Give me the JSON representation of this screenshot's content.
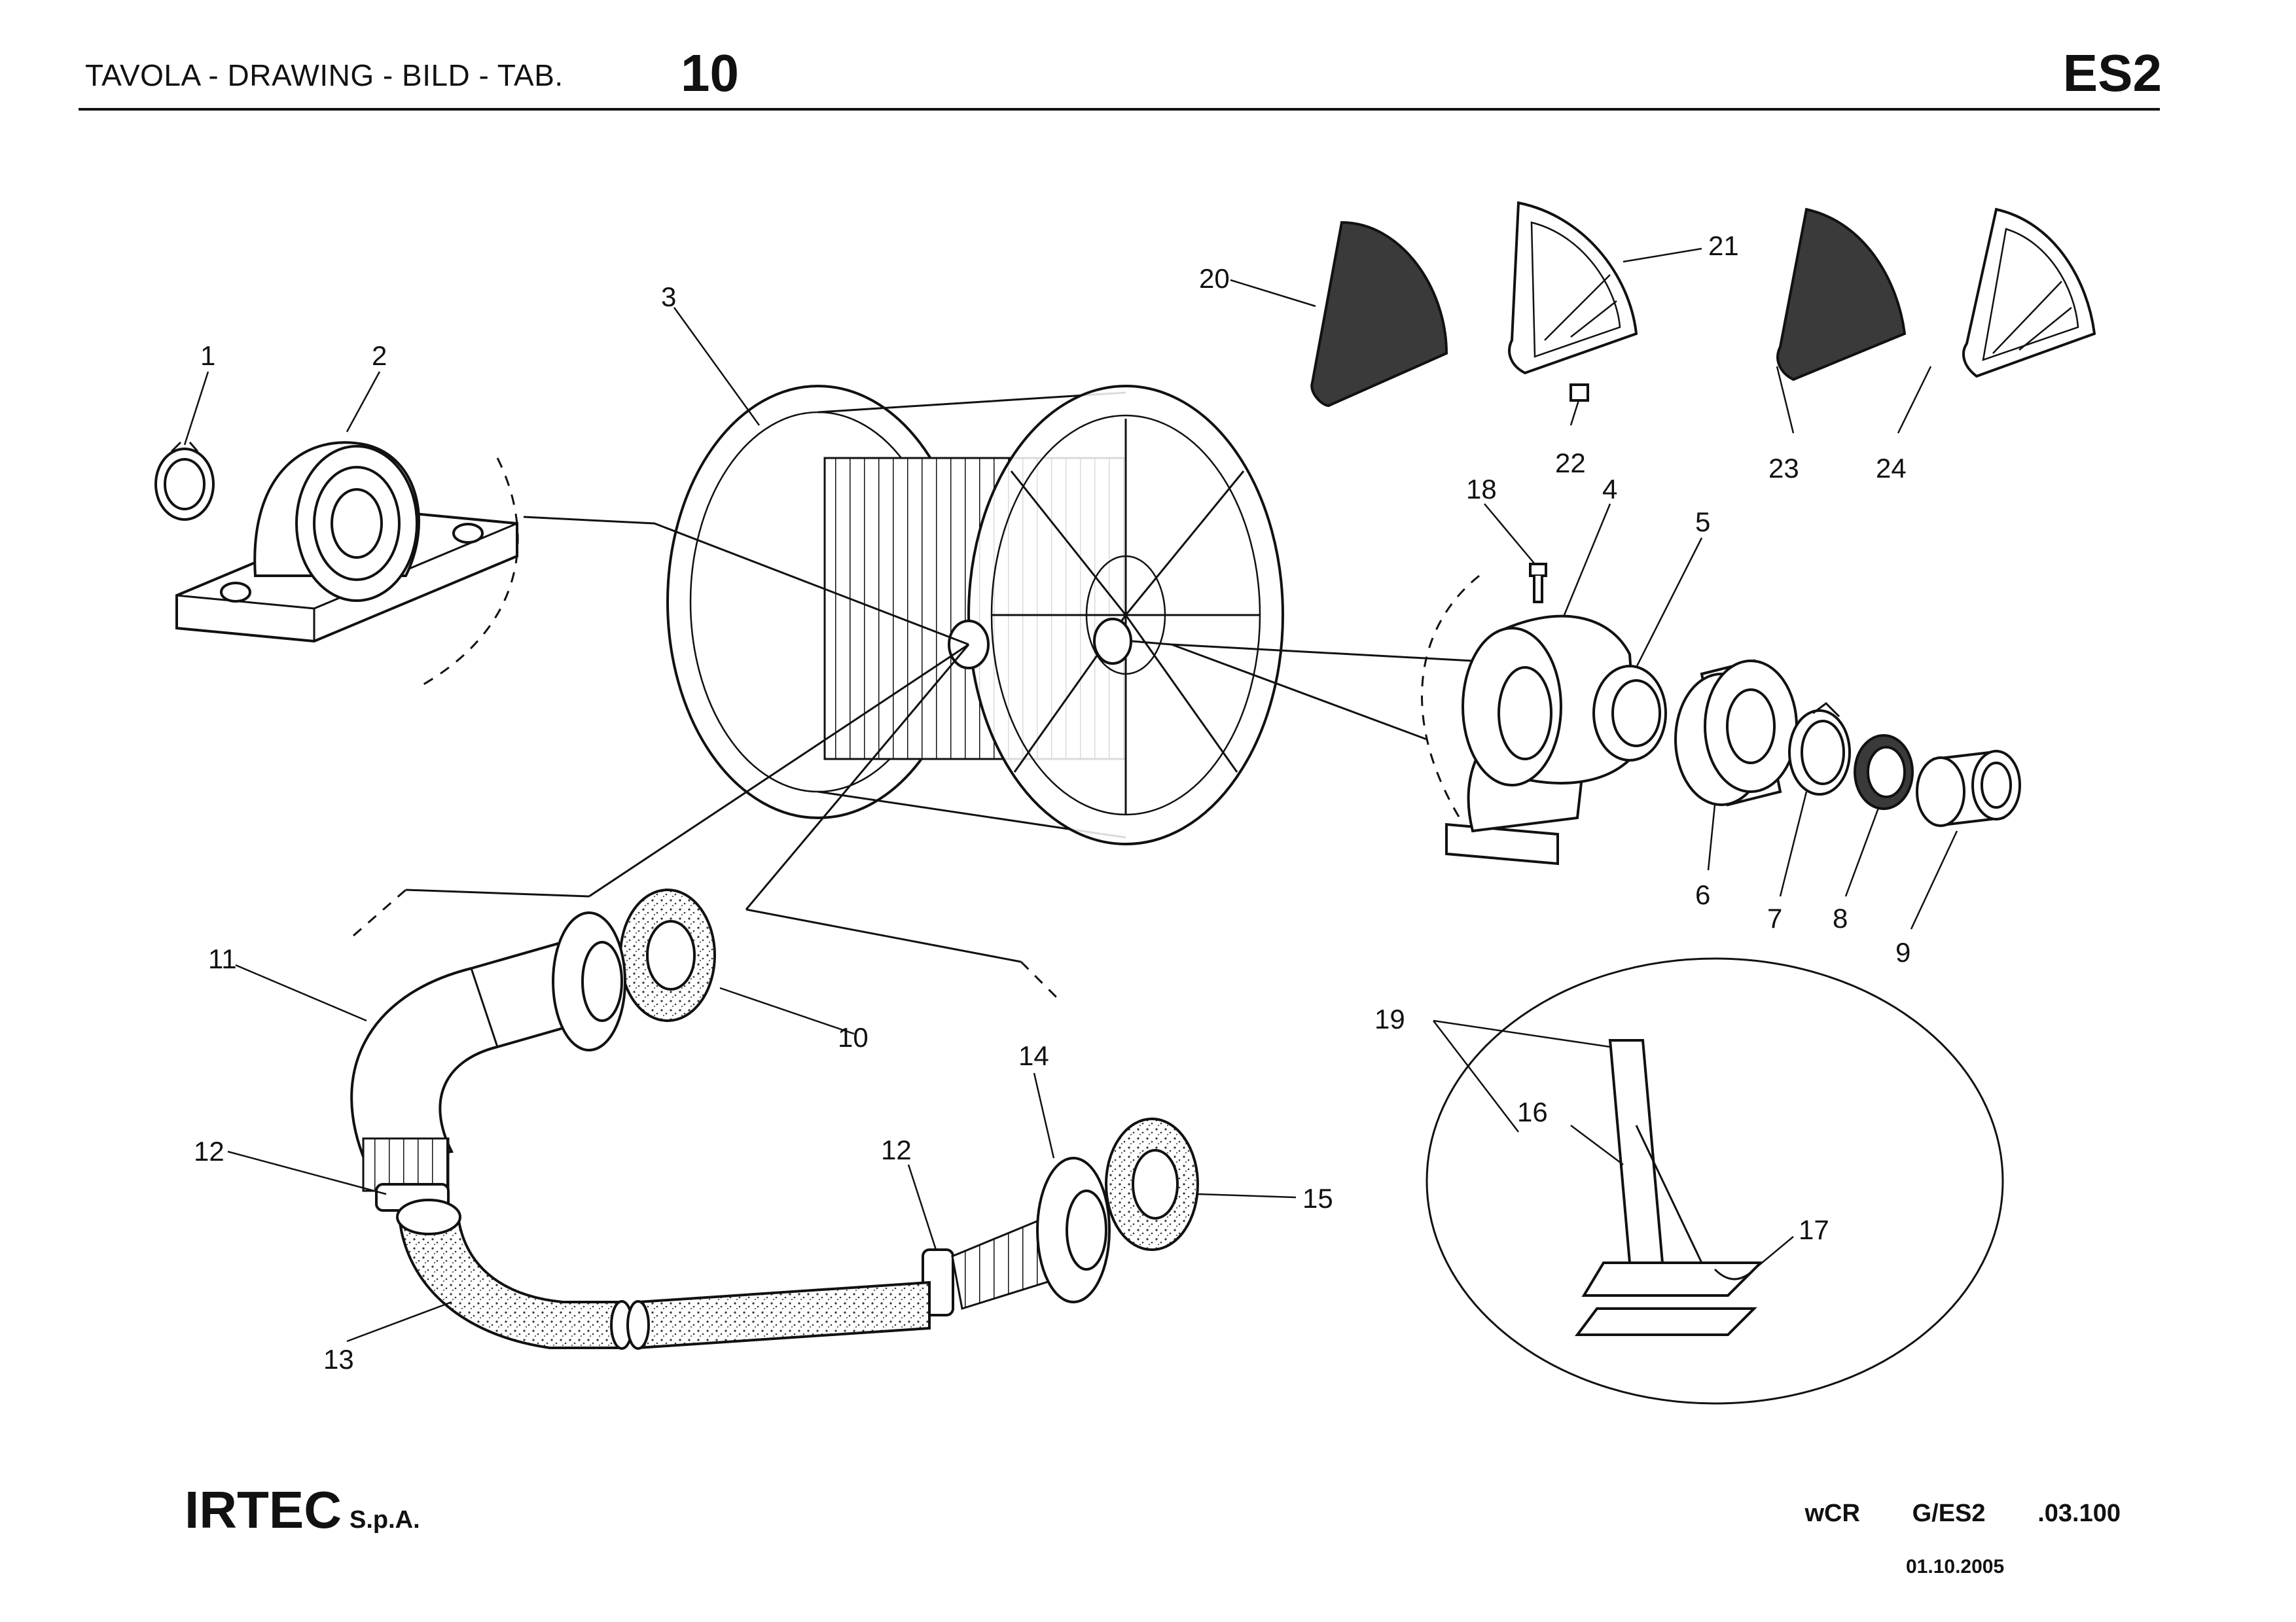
{
  "header": {
    "label": "TAVOLA - DRAWING - BILD - TAB.",
    "number": "10",
    "model": "ES2"
  },
  "callouts": {
    "c1": "1",
    "c2": "2",
    "c3": "3",
    "c4": "4",
    "c5": "5",
    "c6": "6",
    "c7": "7",
    "c8": "8",
    "c9": "9",
    "c10": "10",
    "c11": "11",
    "c12a": "12",
    "c12b": "12",
    "c13": "13",
    "c14": "14",
    "c15": "15",
    "c16": "16",
    "c17": "17",
    "c18": "18",
    "c19": "19",
    "c20": "20",
    "c21": "21",
    "c22": "22",
    "c23": "23",
    "c24": "24"
  },
  "footer": {
    "company": "IRTEC",
    "company_suffix": "S.p.A.",
    "code": "wCR   G/ES2   .03.100",
    "date": "01.10.2005"
  },
  "colors": {
    "ink": "#111111",
    "panel_dark": "#3a3a3a",
    "paper": "#ffffff"
  }
}
